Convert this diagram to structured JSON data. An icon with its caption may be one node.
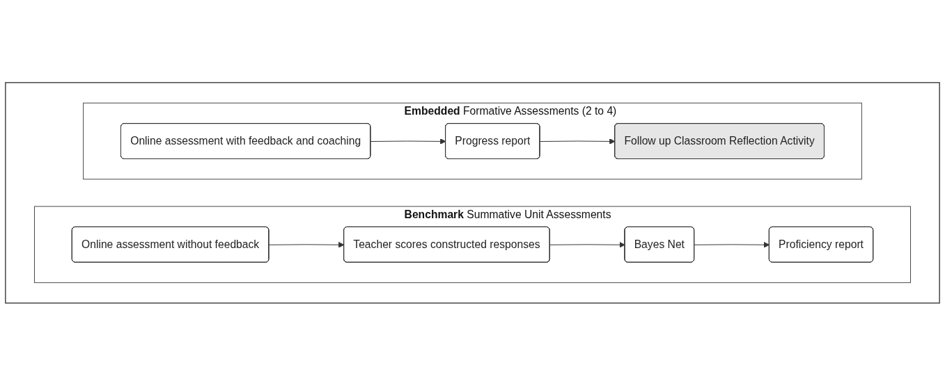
{
  "diagram": {
    "nodes": [
      {
        "text": [],
        "shape": "box"
      },
      {
        "text": [
          "Embedded",
          "Formative Assessments (2 to 4)"
        ],
        "in": 0
      },
      {
        "text": [
          "Online assessment with feedback and coaching"
        ],
        "in": 1
      },
      {
        "text": [
          "Progress report"
        ],
        "in": 1
      },
      {
        "text": [
          "Follow up Classroom Reflection Activity"
        ],
        "in": 1
      },
      {
        "text": [
          "Benchmark",
          "Summative Unit Assessments"
        ],
        "in": 0
      },
      {
        "text": [
          "Online assessment without feedback"
        ],
        "in": 5
      },
      {
        "text": [
          "Teacher scores constructed responses"
        ],
        "in": 5
      },
      {
        "text": [
          "Bayes Net"
        ],
        "in": 5
      },
      {
        "text": [
          "Proficiency report"
        ],
        "in": 5
      }
    ],
    "edges": [
      {
        "from": 2,
        "to": 3,
        "arrow": "to"
      },
      {
        "from": 3,
        "to": 4,
        "arrow": "to"
      },
      {
        "from": 6,
        "to": 7,
        "arrow": "to"
      },
      {
        "from": 7,
        "to": 8,
        "arrow": "to"
      },
      {
        "from": 8,
        "to": 9,
        "arrow": "to"
      }
    ]
  }
}
